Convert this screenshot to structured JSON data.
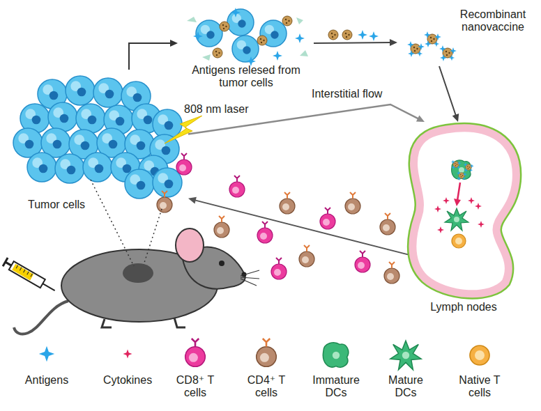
{
  "diagram": {
    "nodes": [
      {
        "text": [
          "Tumor cells"
        ]
      },
      {
        "text": [
          "Antigens relesed from tumor cells"
        ]
      },
      {
        "text": [
          "Recombinant nanovaccine"
        ]
      },
      {
        "text": [
          "Lymph nodes"
        ]
      }
    ],
    "edges": [
      {
        "from": 0,
        "to": 1,
        "arrow": "to"
      },
      {
        "from": 1,
        "to": 2,
        "arrow": "to"
      },
      {
        "from": 2,
        "to": 3,
        "arrow": "to"
      },
      {
        "from": 0,
        "to": 3,
        "arrow": "to",
        "label": "Interstitial flow"
      },
      {
        "from": 3,
        "to": 0,
        "arrow": "to"
      }
    ],
    "labels": [
      "808 nm laser"
    ],
    "legend": [
      {
        "text": "Antigens"
      },
      {
        "text": "Cytokines"
      },
      {
        "text": "CD8⁺ T cells"
      },
      {
        "text": "CD4⁺ T cells"
      },
      {
        "text": "Immature DCs"
      },
      {
        "text": "Mature DCs"
      },
      {
        "text": "Native T cells"
      }
    ]
  }
}
